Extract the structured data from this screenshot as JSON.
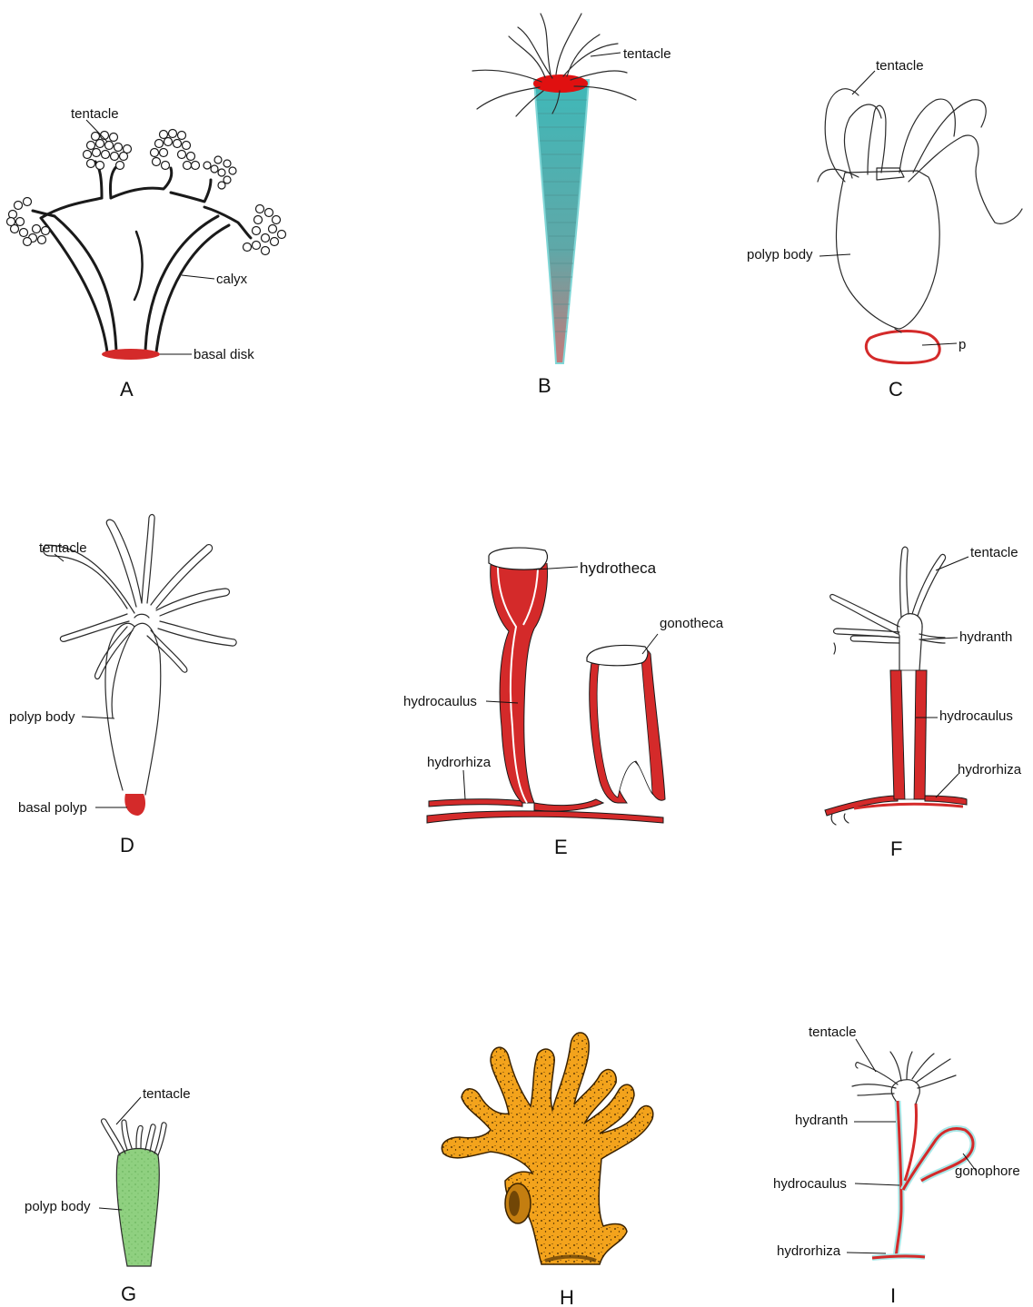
{
  "colors": {
    "red": "#d42a2a",
    "cyan": "#3fb8b8",
    "green": "#8fd080",
    "orange": "#f3a31c",
    "ink": "#1a1a1a"
  },
  "panels": {
    "A": {
      "letter": "A",
      "labels": {
        "tentacle": "tentacle",
        "calyx": "calyx",
        "basal_disk": "basal disk"
      }
    },
    "B": {
      "letter": "B",
      "labels": {
        "tentacle": "tentacle"
      }
    },
    "C": {
      "letter": "C",
      "labels": {
        "tentacle": "tentacle",
        "polyp_body": "polyp body",
        "p": "p"
      }
    },
    "D": {
      "letter": "D",
      "labels": {
        "tentacle": "tentacle",
        "polyp_body": "polyp body",
        "basal_polyp": "basal polyp"
      }
    },
    "E": {
      "letter": "E",
      "labels": {
        "hydrotheca": "hydrotheca",
        "gonotheca": "gonotheca",
        "hydrocaulus": "hydrocaulus",
        "hydrorhiza": "hydrorhiza"
      }
    },
    "F": {
      "letter": "F",
      "labels": {
        "tentacle": "tentacle",
        "hydranth": "hydranth",
        "hydrocaulus": "hydrocaulus",
        "hydrorhiza": "hydrorhiza"
      }
    },
    "G": {
      "letter": "G",
      "labels": {
        "tentacle": "tentacle",
        "polyp_body": "polyp body"
      }
    },
    "H": {
      "letter": "H"
    },
    "I": {
      "letter": "I",
      "labels": {
        "tentacle": "tentacle",
        "hydranth": "hydranth",
        "gonophore": "gonophore",
        "hydrocaulus": "hydrocaulus",
        "hydrorhiza": "hydrorhiza"
      }
    }
  }
}
